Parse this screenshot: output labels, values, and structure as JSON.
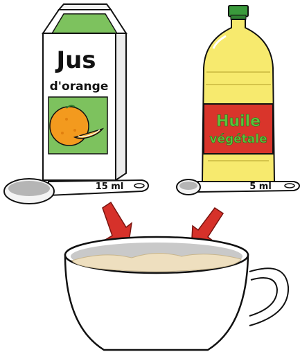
{
  "juice_carton": {
    "label_line1": "Jus",
    "label_line2": "d'orange",
    "panel_color": "#7dc25e",
    "illustration": "orange-fruit"
  },
  "oil_bottle": {
    "label_line1": "Huile",
    "label_line2": "végétale",
    "label_color": "#d9352b",
    "text_color": "#5cc23a",
    "liquid_color": "#f7ea6e",
    "cap_color": "#3a9a3c"
  },
  "spoon_large": {
    "measure": "15 ml"
  },
  "spoon_small": {
    "measure": "5 ml"
  },
  "arrows": {
    "color": "#d6312a",
    "count": 2
  },
  "cup": {
    "contents_color": "#eedfbf",
    "icon": "cup-icon"
  }
}
